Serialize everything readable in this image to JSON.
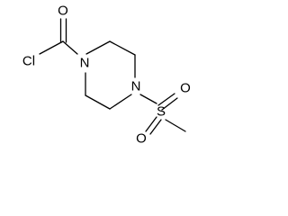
{
  "molecule": {
    "atoms": {
      "chlorine": "Cl",
      "carbonyl_oxygen": "O",
      "nitrogen_1": "N",
      "nitrogen_4": "N",
      "sulfur": "S",
      "sulfonyl_oxygen_top": "O",
      "sulfonyl_oxygen_bottom": "O"
    },
    "colors": {
      "bond": "#000000",
      "label": "#000000",
      "background": "#ffffff"
    }
  }
}
